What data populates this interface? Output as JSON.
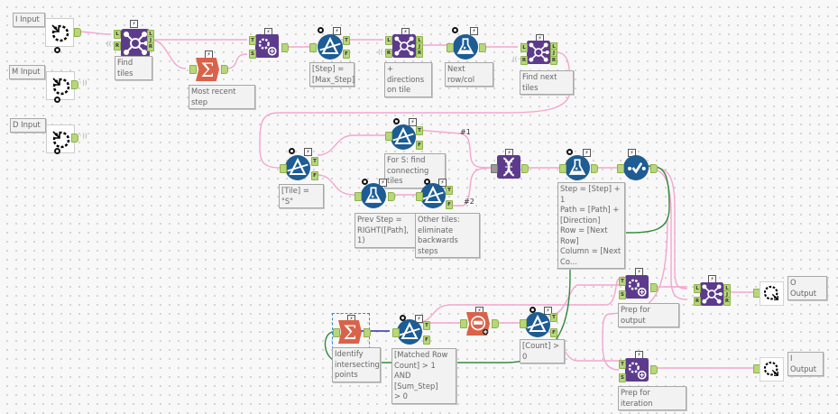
{
  "canvas": {
    "wire_color": "#f4a6cf",
    "selected_wire_color": "#2d2db8",
    "loop_wire_color": "#2e8b3e",
    "anchor_color": "#b7d77a"
  },
  "tools": {
    "i_input": {
      "label": "I Input",
      "type": "macro-input"
    },
    "m_input": {
      "label": "M Input",
      "type": "macro-input"
    },
    "d_input": {
      "label": "D Input",
      "type": "macro-input"
    },
    "find_tiles": {
      "label": "Find tiles",
      "type": "join"
    },
    "most_recent_step": {
      "label": "Most recent step",
      "type": "summarize"
    },
    "append_fields_1": {
      "label": "",
      "type": "append-fields"
    },
    "step_filter": {
      "label": "[Step] =\n[Max_Step]",
      "type": "filter"
    },
    "directions_join": {
      "label": "+ directions\non tile",
      "type": "join"
    },
    "next_row_col": {
      "label": "Next row/col",
      "type": "formula"
    },
    "find_next_tiles": {
      "label": "Find next tiles",
      "type": "join"
    },
    "tile_filter": {
      "label": "[Tile] = \"S\"",
      "type": "filter"
    },
    "s_filter": {
      "label": "For S: find\nconnecting tiles",
      "type": "filter"
    },
    "prev_step": {
      "label": "Prev Step =\nRIGHT([Path], 1)",
      "type": "formula"
    },
    "other_tiles": {
      "label": "Other tiles:\neliminate\nbackwards steps",
      "type": "filter"
    },
    "union": {
      "label": "",
      "type": "union"
    },
    "step_formula": {
      "label": "Step = [Step] + 1\nPath = [Path] +\n[Direction]\nRow = [Next Row]\nColumn = [Next\nCo...",
      "type": "formula"
    },
    "select": {
      "label": "",
      "type": "select"
    },
    "identify_intersecting": {
      "label": "Identify\nintersecting\npoints",
      "type": "summarize"
    },
    "matched_filter": {
      "label": "[Matched Row\nCount] > 1\nAND [Sum_Step]\n> 0",
      "type": "filter"
    },
    "count_records": {
      "label": "",
      "type": "count-records"
    },
    "count_filter": {
      "label": "[Count] > 0",
      "type": "filter"
    },
    "prep_output": {
      "label": "Prep for output",
      "type": "append-fields"
    },
    "prep_iteration": {
      "label": "Prep for iteration",
      "type": "append-fields"
    },
    "output_join": {
      "label": "",
      "type": "join"
    },
    "o_output": {
      "label": "O Output",
      "type": "macro-output"
    },
    "i_output": {
      "label": "I Output",
      "type": "macro-output"
    }
  },
  "wire_labels": {
    "union_1": "#1",
    "union_2": "#2"
  },
  "anchors": {
    "L": "L",
    "J": "J",
    "R": "R",
    "T": "T",
    "F": "F",
    "S": "S"
  }
}
